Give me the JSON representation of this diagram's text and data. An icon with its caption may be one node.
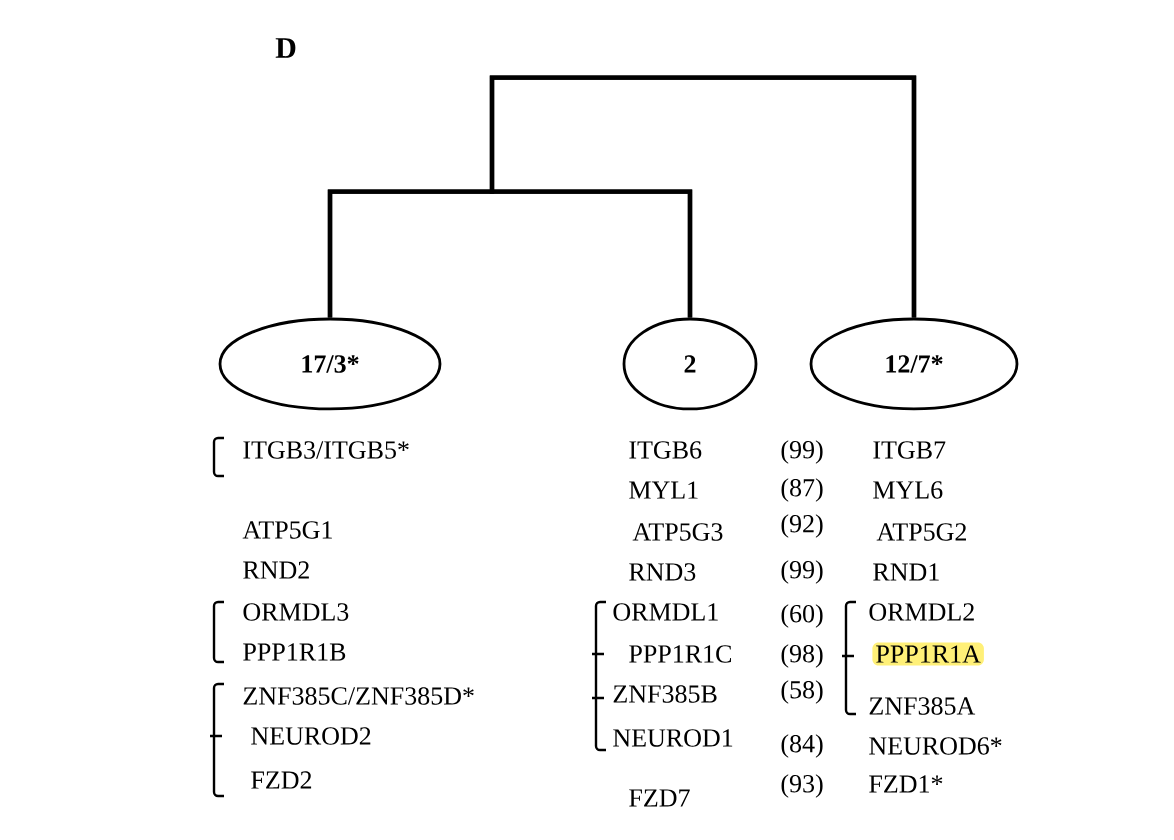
{
  "diagram": {
    "title": "D",
    "nodes": [
      {
        "text": [
          "17/3*"
        ]
      },
      {
        "text": [
          "2"
        ]
      },
      {
        "text": [
          "12/7*"
        ]
      }
    ],
    "edges": [
      {
        "from": 0,
        "to": 1,
        "arrow": "none"
      },
      {
        "from": 0,
        "to": 2,
        "arrow": "none"
      },
      {
        "from": 1,
        "to": 2,
        "arrow": "none"
      }
    ],
    "labels": [
      "ITGB3/ITGB5*",
      "ATP5G1",
      "RND2",
      "ORMDL3",
      "PPP1R1B",
      "ZNF385C/ZNF385D*",
      "NEUROD2",
      "FZD2",
      "ITGB6",
      "MYL1",
      "ATP5G3",
      "RND3",
      "ORMDL1",
      "PPP1R1C",
      "ZNF385B",
      "NEUROD1",
      "FZD7",
      "(99)",
      "(87)",
      "(92)",
      "(99)",
      "(60)",
      "(98)",
      "(58)",
      "(84)",
      "(93)",
      "ITGB7",
      "MYL6",
      "ATP5G2",
      "RND1",
      "ORMDL2",
      "PPP1R1A",
      "ZNF385A",
      "NEUROD6*",
      "FZD1*"
    ]
  }
}
